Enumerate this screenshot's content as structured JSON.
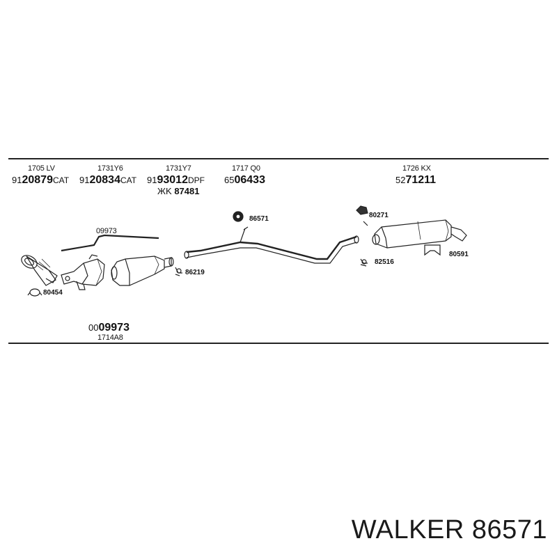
{
  "header_parts": [
    {
      "code": "1705 LV",
      "prefix": "91",
      "number": "20879",
      "suffix": "CAT"
    },
    {
      "code": "1731Y6",
      "prefix": "91",
      "number": "20834",
      "suffix": "CAT"
    },
    {
      "code": "1731Y7",
      "prefix": "91",
      "number": "93012",
      "suffix": "DPF"
    },
    {
      "code": "1717 Q0",
      "prefix": "65",
      "number": "06433",
      "suffix": ""
    },
    {
      "code": "1726 KX",
      "prefix": "52",
      "number": "71211",
      "suffix": ""
    }
  ],
  "kit_line": {
    "prefix": "ЖK",
    "number": "87481"
  },
  "part_labels": {
    "p09973_top": "09973",
    "p80454": "80454",
    "p86219": "86219",
    "p86571": "86571",
    "p80271": "80271",
    "p82516": "82516",
    "p80591": "80591"
  },
  "bottom_part": {
    "prefix": "00",
    "number": "09973",
    "code": "1714A8"
  },
  "footer": {
    "brand": "WALKER",
    "part_number": "86571"
  }
}
